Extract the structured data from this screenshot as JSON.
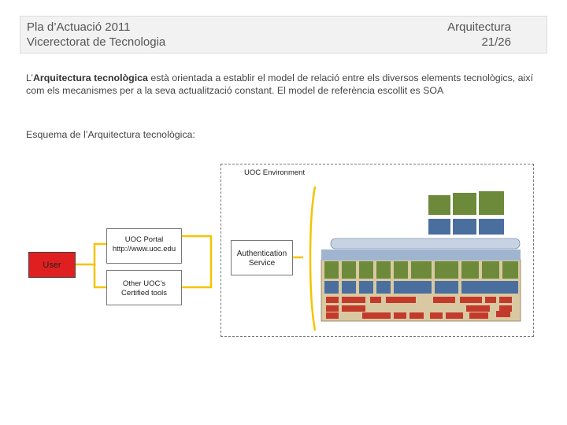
{
  "header": {
    "left_line1": "Pla d’Actuació 2011",
    "left_line2": "Vicerectorat de Tecnologia",
    "right_line1": "Arquitectura",
    "right_line2": "21/26"
  },
  "intro": {
    "prefix": "L’",
    "bold": "Arquitectura tecnològica",
    "rest": " està orientada a establir el model de relació entre els diversos elements tecnològics, així com els mecanismes per a la seva actualització constant. El model de referència escollit es SOA"
  },
  "schema_label": "Esquema de l’Arquitectura tecnològica:",
  "diagram": {
    "environment_label": "UOC Environment",
    "portal_line1": "UOC Portal",
    "portal_line2": "http://www.uoc.edu",
    "tools_line1": "Other UOC’s",
    "tools_line2": "Certified tools",
    "user_label": "User",
    "auth_line1": "Authentication",
    "auth_line2": "Service",
    "colors": {
      "user_fill": "#e02020",
      "connector": "#f5c400",
      "platform_green": "#6d8a3a",
      "platform_blue": "#4a6f9e",
      "platform_red": "#c43a2a",
      "platform_sand": "#d9c9a3"
    }
  }
}
